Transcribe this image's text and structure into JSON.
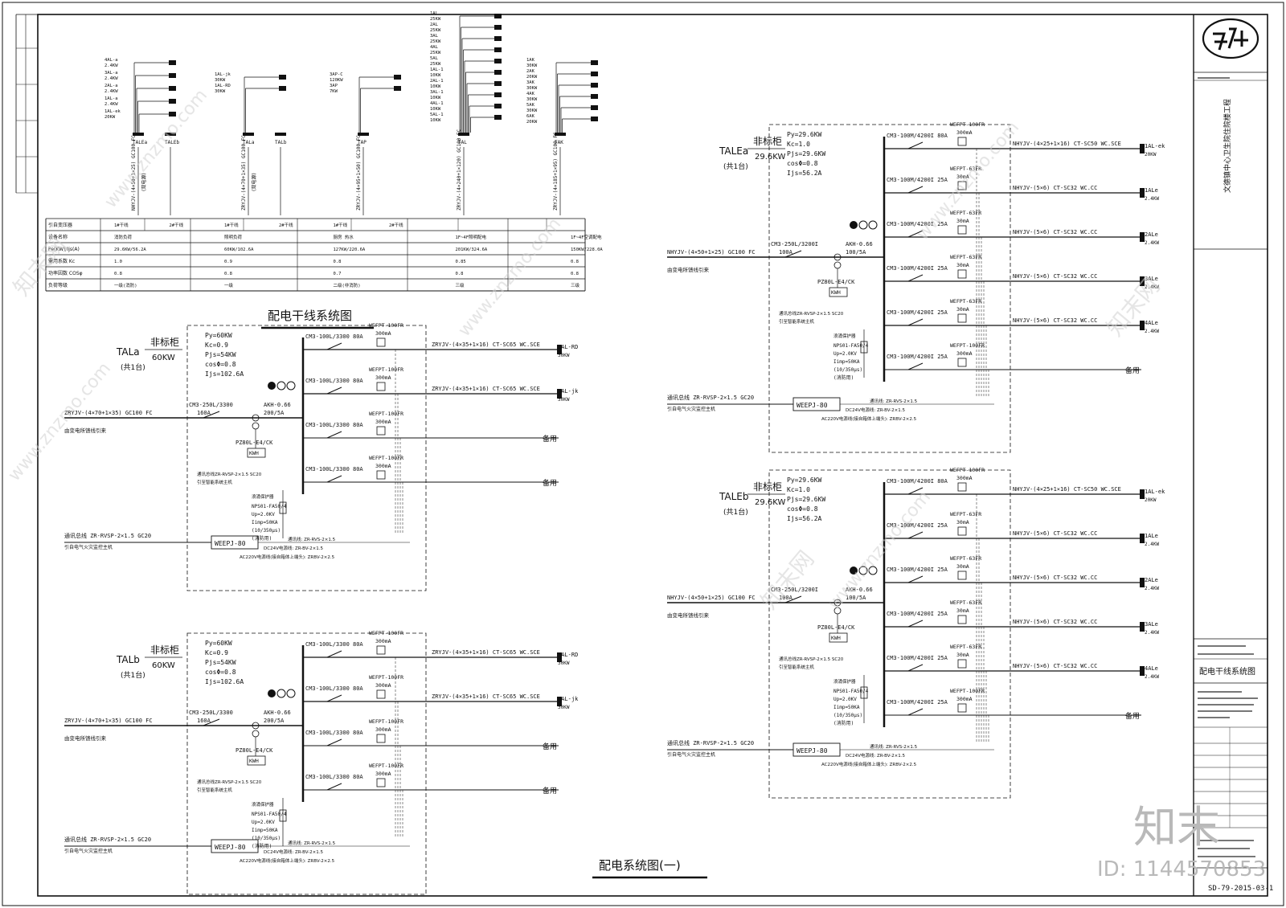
{
  "title_block": {
    "project": "文德镇中心卫生院住院楼工程",
    "drawing_name": "配电干线系统图",
    "stamp_text": "配电干线系统图",
    "drawing_no": "SD-79-2015-03-1",
    "logo": "company-logo"
  },
  "main_titles": {
    "riser": "配电干线系统图",
    "system": "配电系统图(一)"
  },
  "watermark": {
    "brand": "知末",
    "id": "ID: 1144570853",
    "site": "www.znzmo.com",
    "cn": "知末网"
  },
  "risers": [
    {
      "feeders": [
        "4AL-a",
        "3AL-a",
        "2AL-a",
        "1AL-a",
        "1AL-ek"
      ],
      "loads": [
        "2.4KW",
        "2.4KW",
        "2.4KW",
        "2.4KW",
        "20KW"
      ],
      "panels": [
        "TALEa",
        "TALEb"
      ],
      "cable1": "NHYJV-(4×50+1×25) GC100 FC",
      "cable2": "(双电源)"
    },
    {
      "feeders": [
        "1AL-jk",
        "1AL-RD"
      ],
      "loads": [
        "30KW",
        "30KW"
      ],
      "panels": [
        "TALa",
        "TALb"
      ],
      "cable1": "ZRYJV-(4×70+1×35) GC100 FC",
      "cable2": "(双电源)"
    },
    {
      "feeders": [
        "3AP-C",
        "3AP"
      ],
      "loads": [
        "120KW",
        "7KW"
      ],
      "panels": [
        "TAP"
      ],
      "cable1": "ZRYJV-(4×95+1×50) GC100 FC",
      "cable2": ""
    },
    {
      "feeders": [
        "1AL",
        "2AL",
        "3AL",
        "4AL",
        "5AL",
        "1AL-1",
        "2AL-1",
        "3AL-1",
        "4AL-1",
        "5AL-1"
      ],
      "loads": [
        "25KW",
        "25KW",
        "25KW",
        "25KW",
        "25KW",
        "10KW",
        "10KW",
        "10KW",
        "10KW",
        "10KW"
      ],
      "panels": [
        "TAL"
      ],
      "cable1": "ZRYJV-(4×240+1×120) GC100 FC",
      "cable2": ""
    },
    {
      "feeders": [
        "1AK",
        "2AK",
        "3AK",
        "4AK",
        "5AK",
        "6AK"
      ],
      "loads": [
        "30KW",
        "20KW",
        "30KW",
        "30KW",
        "30KW",
        "20KW"
      ],
      "panels": [
        "TAK"
      ],
      "cable1": "ZRYJV-(4×185+1×95) GC100 FC",
      "cable2": ""
    }
  ],
  "load_table": {
    "rows": [
      {
        "label": "引自变压器",
        "cells": [
          "1#干线",
          "2#干线",
          "1#干线",
          "2#干线",
          "1#干线",
          "2#干线",
          "",
          "",
          ""
        ]
      },
      {
        "label": "设备名称",
        "cells": [
          "消防负荷",
          "",
          "照明负荷",
          "",
          "厨房 热水",
          "",
          "1F~4F照明配电",
          "",
          "1F~4F空调配电"
        ]
      },
      {
        "label": "Pe(KW)/Ijs(A)",
        "cells": [
          "29.6KW/56.2A",
          "",
          "60KW/102.6A",
          "",
          "127KW/220.6A",
          "",
          "201KW/324.6A",
          "",
          "150KW/228.0A"
        ]
      },
      {
        "label": "需用系数 Kc",
        "cells": [
          "1.0",
          "",
          "0.9",
          "",
          "0.8",
          "",
          "0.85",
          "",
          "0.8"
        ]
      },
      {
        "label": "功率因数 COSφ",
        "cells": [
          "0.8",
          "",
          "0.8",
          "",
          "0.7",
          "",
          "0.8",
          "",
          "0.8"
        ]
      },
      {
        "label": "负荷等级",
        "cells": [
          "一级(消防)",
          "",
          "一级",
          "",
          "二级(非消防)",
          "",
          "三级",
          "",
          "三级"
        ]
      }
    ]
  },
  "panels": [
    {
      "id": "TALa",
      "name": "TALa",
      "qty": "(共1台)",
      "type": "非标柜",
      "power": "60KW",
      "params": [
        "Py=60KW",
        "Kc=0.9",
        "Pjs=54KW",
        "cosΦ=0.8",
        "Ijs=102.6A"
      ],
      "incoming_cable": "ZRYJV-(4×70+1×35) GC100 FC",
      "incoming_from": "由变电所馈线引来",
      "main_breaker": "CM3-250L/3300",
      "main_rating": "160A",
      "meter": "AKH-0.66",
      "ct": "200/5A",
      "kwh_meter": "PZ80L-E4/CK",
      "kwh_label": "KWH",
      "comm_bus": "通讯总线ZR-RVSP-2×1.5 SC20",
      "comm_note": "引至智能系统主机",
      "spd_title": "浪涌保护器",
      "spd": [
        "NPS01-FA50/4",
        "Up=2.0KV",
        "Iimp=50KA",
        "(10/350μs)",
        "(消防用)"
      ],
      "fire_bus": "通讯总线 ZR-RVSP-2×1.5 GC20",
      "fire_note": "引自电气火灾监控主机",
      "weepj": "WEEPJ-80",
      "bus_notes": [
        "通讯线: ZR-RVS-2×1.5",
        "DC24V电源线: ZR-BV-2×1.5",
        "AC220V电源线(接自箱体上端头): ZRBV-2×2.5"
      ],
      "circuits": [
        {
          "breaker": "CM3-100L/3300 80A",
          "rcm": "WEFPT-100FR",
          "rcm2": "300mA",
          "cable": "ZRYJV-(4×35+1×16) CT-SC65 WC.SCE",
          "dest": "1AL-RD",
          "load": "30KW"
        },
        {
          "breaker": "CM3-100L/3300 80A",
          "rcm": "WEFPT-100FR",
          "rcm2": "300mA",
          "cable": "ZRYJV-(4×35+1×16) CT-SC65 WC.SCE",
          "dest": "1AL-jk",
          "load": "30KW"
        },
        {
          "breaker": "CM3-100L/3300 80A",
          "rcm": "WEFPT-100FR",
          "rcm2": "300mA",
          "cable": "",
          "dest": "备用",
          "load": ""
        },
        {
          "breaker": "CM3-100L/3300 80A",
          "rcm": "WEFPT-100FR",
          "rcm2": "300mA",
          "cable": "",
          "dest": "备用",
          "load": ""
        }
      ]
    },
    {
      "id": "TALb",
      "name": "TALb",
      "qty": "(共1台)",
      "type": "非标柜",
      "power": "60KW",
      "params": [
        "Py=60KW",
        "Kc=0.9",
        "Pjs=54KW",
        "cosΦ=0.8",
        "Ijs=102.6A"
      ],
      "incoming_cable": "ZRYJV-(4×70+1×35) GC100 FC",
      "incoming_from": "由变电所馈线引来",
      "main_breaker": "CM3-250L/3300",
      "main_rating": "160A",
      "meter": "AKH-0.66",
      "ct": "200/5A",
      "kwh_meter": "PZ80L-E4/CK",
      "kwh_label": "KWH",
      "comm_bus": "通讯总线ZR-RVSP-2×1.5 SC20",
      "comm_note": "引至智能系统主机",
      "spd_title": "浪涌保护器",
      "spd": [
        "NPS01-FA50/4",
        "Up=2.0KV",
        "Iimp=50KA",
        "(10/350μs)",
        "(消防用)"
      ],
      "fire_bus": "通讯总线 ZR-RVSP-2×1.5 GC20",
      "fire_note": "引自电气火灾监控主机",
      "weepj": "WEEPJ-80",
      "bus_notes": [
        "通讯线: ZR-RVS-2×1.5",
        "DC24V电源线: ZR-BV-2×1.5",
        "AC220V电源线(接自箱体上端头): ZRBV-2×2.5"
      ],
      "circuits": [
        {
          "breaker": "CM3-100L/3300 80A",
          "rcm": "WEFPT-100FR",
          "rcm2": "300mA",
          "cable": "ZRYJV-(4×35+1×16) CT-SC65 WC.SCE",
          "dest": "1AL-RD",
          "load": "30KW"
        },
        {
          "breaker": "CM3-100L/3300 80A",
          "rcm": "WEFPT-100FR",
          "rcm2": "300mA",
          "cable": "ZRYJV-(4×35+1×16) CT-SC65 WC.SCE",
          "dest": "1AL-jk",
          "load": "30KW"
        },
        {
          "breaker": "CM3-100L/3300 80A",
          "rcm": "WEFPT-100FR",
          "rcm2": "300mA",
          "cable": "",
          "dest": "备用",
          "load": ""
        },
        {
          "breaker": "CM3-100L/3300 80A",
          "rcm": "WEFPT-100FR",
          "rcm2": "300mA",
          "cable": "",
          "dest": "备用",
          "load": ""
        }
      ]
    },
    {
      "id": "TALEa",
      "name": "TALEa",
      "qty": "(共1台)",
      "type": "非标柜",
      "power": "29.6KW",
      "params": [
        "Py=29.6KW",
        "Kc=1.0",
        "Pjs=29.6KW",
        "cosΦ=0.8",
        "Ijs=56.2A"
      ],
      "incoming_cable": "NHYJV-(4×50+1×25) GC100 FC",
      "incoming_from": "由变电所馈线引来",
      "main_breaker": "CM3-250L/3200I",
      "main_rating": "100A",
      "meter": "AKH-0.66",
      "ct": "100/5A",
      "kwh_meter": "PZ80L-E4/CK",
      "kwh_label": "KWH",
      "comm_bus": "通讯总线ZR-RVSP-2×1.5 SC20",
      "comm_note": "引至智能系统主机",
      "spd_title": "浪涌保护器",
      "spd": [
        "NPS01-FA50/4",
        "Up=2.0KV",
        "Iimp=50KA",
        "(10/350μs)",
        "(消防用)"
      ],
      "fire_bus": "通讯总线 ZR-RVSP-2×1.5 GC20",
      "fire_note": "引自电气火灾监控主机",
      "weepj": "WEEPJ-80",
      "bus_notes": [
        "通讯线: ZR-RVS-2×1.5",
        "DC24V电源线: ZR-BV-2×1.5",
        "AC220V电源线(接自箱体上端头): ZRBV-2×2.5"
      ],
      "circuits": [
        {
          "breaker": "CM3-100M/4200I 80A",
          "rcm": "WEFPT-100FR",
          "rcm2": "300mA",
          "cable": "NHYJV-(4×25+1×16) CT-SC50 WC.SCE",
          "dest": "1AL-ek",
          "load": "20KW"
        },
        {
          "breaker": "CM3-100M/4200I 25A",
          "rcm": "WEFPT-63FR",
          "rcm2": "30mA",
          "cable": "NHYJV-(5×6) CT-SC32 WC.CC",
          "dest": "1ALe",
          "load": "2.4KW"
        },
        {
          "breaker": "CM3-100M/4200I 25A",
          "rcm": "WEFPT-63FR",
          "rcm2": "30mA",
          "cable": "NHYJV-(5×6) CT-SC32 WC.CC",
          "dest": "2ALe",
          "load": "2.4KW"
        },
        {
          "breaker": "CM3-100M/4200I 25A",
          "rcm": "WEFPT-63FR",
          "rcm2": "30mA",
          "cable": "NHYJV-(5×6) CT-SC32 WC.CC",
          "dest": "3ALe",
          "load": "2.4KW"
        },
        {
          "breaker": "CM3-100M/4200I 25A",
          "rcm": "WEFPT-63FR",
          "rcm2": "30mA",
          "cable": "NHYJV-(5×6) CT-SC32 WC.CC",
          "dest": "4ALe",
          "load": "2.4KW"
        },
        {
          "breaker": "CM3-100M/4200I 25A",
          "rcm": "WEFPT-100FR",
          "rcm2": "300mA",
          "cable": "",
          "dest": "备用",
          "load": ""
        }
      ]
    },
    {
      "id": "TALEb",
      "name": "TALEb",
      "qty": "(共1台)",
      "type": "非标柜",
      "power": "29.6KW",
      "params": [
        "Py=29.6KW",
        "Kc=1.0",
        "Pjs=29.6KW",
        "cosΦ=0.8",
        "Ijs=56.2A"
      ],
      "incoming_cable": "NHYJV-(4×50+1×25) GC100 FC",
      "incoming_from": "由变电所馈线引来",
      "main_breaker": "CM3-250L/3200I",
      "main_rating": "100A",
      "meter": "AKH-0.66",
      "ct": "100/5A",
      "kwh_meter": "PZ80L-E4/CK",
      "kwh_label": "KWH",
      "comm_bus": "通讯总线ZR-RVSP-2×1.5 SC20",
      "comm_note": "引至智能系统主机",
      "spd_title": "浪涌保护器",
      "spd": [
        "NPS01-FA50/4",
        "Up=2.0KV",
        "Iimp=50KA",
        "(10/350μs)",
        "(消防用)"
      ],
      "fire_bus": "通讯总线 ZR-RVSP-2×1.5 GC20",
      "fire_note": "引自电气火灾监控主机",
      "weepj": "WEEPJ-80",
      "bus_notes": [
        "通讯线: ZR-RVS-2×1.5",
        "DC24V电源线: ZR-BV-2×1.5",
        "AC220V电源线(接自箱体上端头): ZRBV-2×2.5"
      ],
      "circuits": [
        {
          "breaker": "CM3-100M/4200I 80A",
          "rcm": "WEFPT-100FR",
          "rcm2": "300mA",
          "cable": "NHYJV-(4×25+1×16) CT-SC50 WC.SCE",
          "dest": "1AL-ek",
          "load": "20KW"
        },
        {
          "breaker": "CM3-100M/4200I 25A",
          "rcm": "WEFPT-63FR",
          "rcm2": "30mA",
          "cable": "NHYJV-(5×6) CT-SC32 WC.CC",
          "dest": "1ALe",
          "load": "2.4KW"
        },
        {
          "breaker": "CM3-100M/4200I 25A",
          "rcm": "WEFPT-63FR",
          "rcm2": "30mA",
          "cable": "NHYJV-(5×6) CT-SC32 WC.CC",
          "dest": "2ALe",
          "load": "2.4KW"
        },
        {
          "breaker": "CM3-100M/4200I 25A",
          "rcm": "WEFPT-63FR",
          "rcm2": "30mA",
          "cable": "NHYJV-(5×6) CT-SC32 WC.CC",
          "dest": "3ALe",
          "load": "2.4KW"
        },
        {
          "breaker": "CM3-100M/4200I 25A",
          "rcm": "WEFPT-63FR",
          "rcm2": "30mA",
          "cable": "NHYJV-(5×6) CT-SC32 WC.CC",
          "dest": "4ALe",
          "load": "2.4KW"
        },
        {
          "breaker": "CM3-100M/4200I 25A",
          "rcm": "WEFPT-100FR",
          "rcm2": "300mA",
          "cable": "",
          "dest": "备用",
          "load": ""
        }
      ]
    }
  ]
}
